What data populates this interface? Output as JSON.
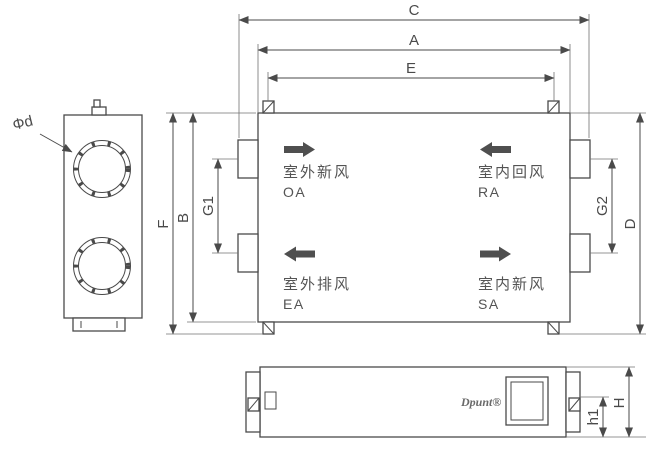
{
  "diagram": {
    "title": "heat-recovery-ventilator-dimension-drawing",
    "line_color": "#4a4a4a",
    "text_color": "#4d4d4d",
    "side_view": {
      "diameter_label": "Φd"
    },
    "top_dims": {
      "c": "C",
      "a": "A",
      "e": "E"
    },
    "left_dims": {
      "f": "F",
      "b": "B",
      "g1": "G1"
    },
    "right_dims": {
      "g2": "G2",
      "d": "D"
    },
    "airflow": {
      "oa": {
        "cn": "室外新风",
        "code": "OA"
      },
      "ra": {
        "cn": "室内回风",
        "code": "RA"
      },
      "ea": {
        "cn": "室外排风",
        "code": "EA"
      },
      "sa": {
        "cn": "室内新风",
        "code": "SA"
      }
    },
    "bottom_view": {
      "logo": "Dpunt®",
      "h1": "h1",
      "h": "H"
    }
  }
}
